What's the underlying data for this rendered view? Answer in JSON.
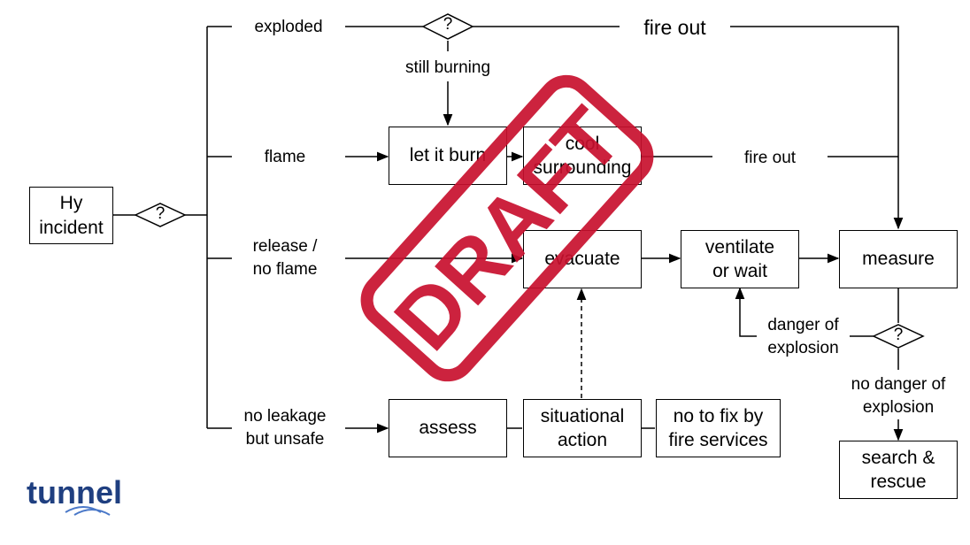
{
  "nodes": {
    "hy_incident": "Hy\nincident",
    "let_it_burn": "let it burn",
    "cool_surrounding": "cool\nsurrounding",
    "evacuate": "evacuate",
    "ventilate": "ventilate\nor wait",
    "measure": "measure",
    "search_rescue": "search &\nrescue",
    "assess": "assess",
    "situational_action": "situational\naction",
    "no_fix": "no to fix by\nfire services"
  },
  "decisions": {
    "q1": "?",
    "q2": "?",
    "q3": "?"
  },
  "labels": {
    "exploded": "exploded",
    "fire_out_top": "fire out",
    "still_burning": "still burning",
    "flame": "flame",
    "fire_out_mid": "fire out",
    "release": "release /\nno flame",
    "no_leakage": "no leakage\nbut unsafe",
    "danger": "danger of\nexplosion",
    "no_danger": "no danger of\nexplosion"
  },
  "stamp": {
    "text": "DRAFT",
    "color": "#c8102e"
  },
  "logo": {
    "text": "tunnel",
    "color": "#1f3f80"
  }
}
